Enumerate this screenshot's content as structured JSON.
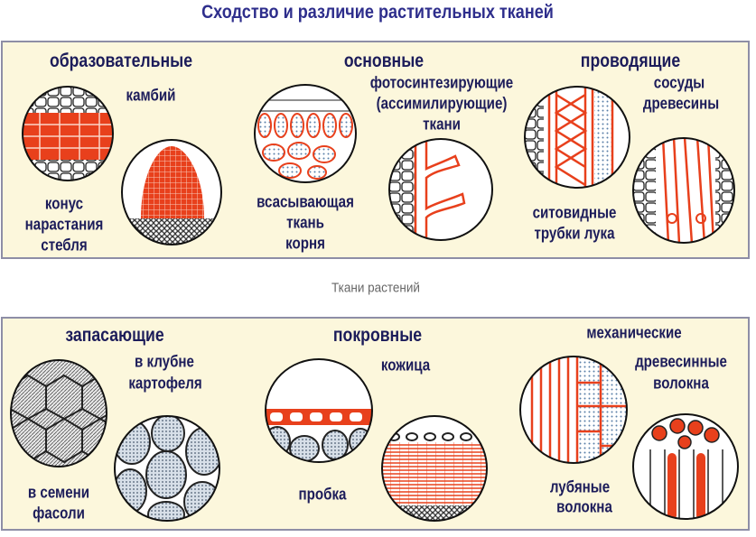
{
  "title": "Сходство и различие растительных тканей",
  "caption": "Ткани растений",
  "top_panel": {
    "groups": [
      {
        "heading": "образовательные",
        "labels": [
          "камбий",
          "конус",
          "нарастания",
          "стебля"
        ]
      },
      {
        "heading": "основные",
        "labels": [
          "фотосинтезирующие",
          "(ассимилирующие)",
          "ткани",
          "всасывающая",
          "ткань",
          "корня"
        ]
      },
      {
        "heading": "проводящие",
        "labels": [
          "сосуды",
          "древесины",
          "ситовидные",
          "трубки лука"
        ]
      }
    ]
  },
  "bottom_panel": {
    "groups": [
      {
        "heading": "запасающие",
        "labels": [
          "в клубне",
          "картофеля",
          "в семени",
          "фасоли"
        ]
      },
      {
        "heading": "покровные",
        "labels": [
          "кожица",
          "пробка"
        ]
      },
      {
        "heading": "механические",
        "labels": [
          "древесинные",
          "волокна",
          "лубяные",
          "волокна"
        ]
      }
    ]
  },
  "colors": {
    "red": "#e8401c",
    "navy": "#1c1c5a",
    "panel": "#fcf7dc"
  }
}
